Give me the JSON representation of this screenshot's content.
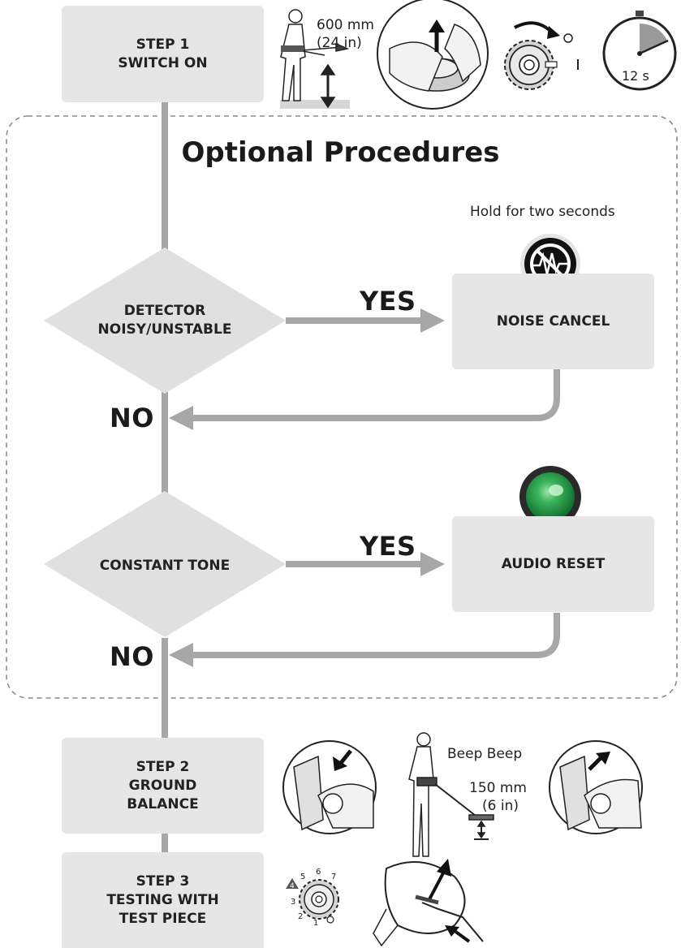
{
  "title": "Optional Procedures",
  "step1": {
    "line1": "STEP 1",
    "line2": "SWITCH ON"
  },
  "step1_illustration": {
    "height_mm": "600 mm",
    "height_in": "(24 in)",
    "timer": "12 s"
  },
  "decision1": {
    "line1": "DETECTOR",
    "line2": "NOISY/UNSTABLE",
    "yes": "YES",
    "no": "NO"
  },
  "noise_cancel": {
    "label": "NOISE CANCEL",
    "hint": "Hold for two seconds"
  },
  "decision2": {
    "line1": "CONSTANT TONE",
    "yes": "YES",
    "no": "NO"
  },
  "audio_reset": {
    "label": "AUDIO RESET"
  },
  "step2": {
    "line1": "STEP 2",
    "line2": "GROUND",
    "line3": "BALANCE"
  },
  "step2_illustration": {
    "beep": "Beep Beep",
    "height_mm": "150 mm",
    "height_in": "(6 in)"
  },
  "step3": {
    "line1": "STEP 3",
    "line2": "TESTING WITH",
    "line3": "TEST PIECE"
  },
  "step3_dial": {
    "labels": [
      "1",
      "2",
      "3",
      "4",
      "5",
      "6",
      "7"
    ]
  },
  "colors": {
    "connector": "#a7a7a7",
    "box": "#e6e6e6",
    "diamond": "#e0e0e0",
    "led": "#2fa84f",
    "dashed": "#8a8a8a"
  }
}
